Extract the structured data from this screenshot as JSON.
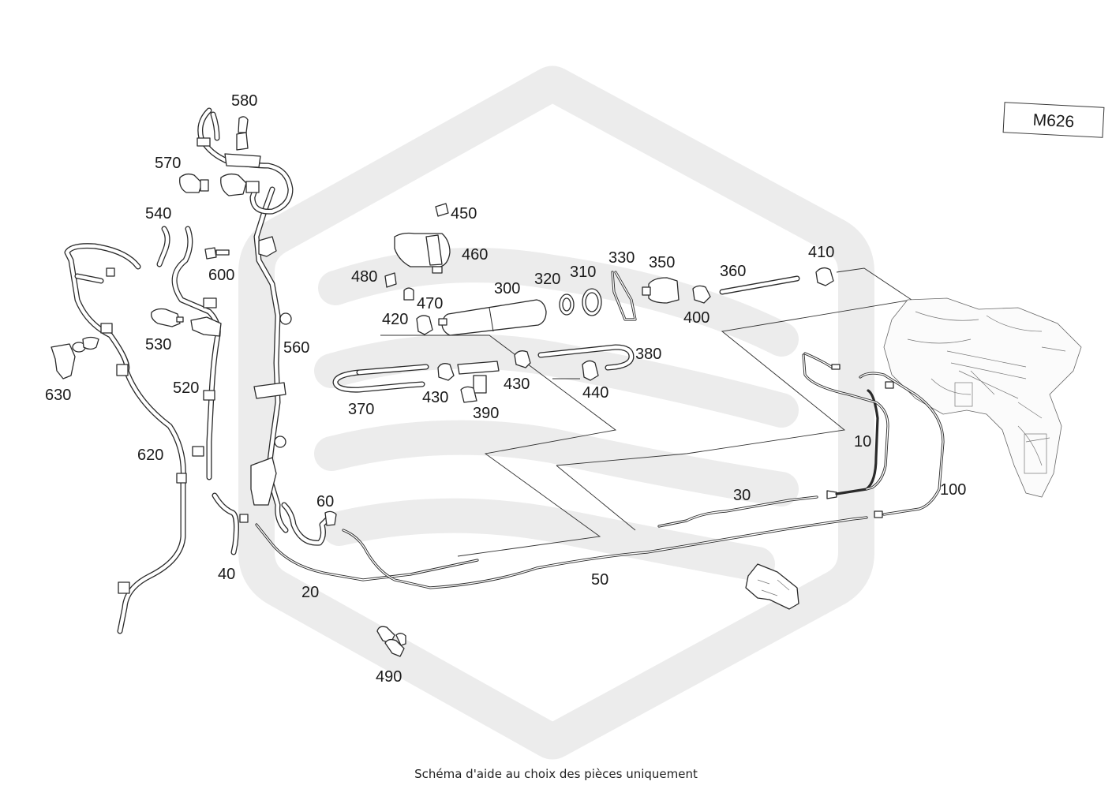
{
  "diagram": {
    "code": "M626",
    "caption": "Schéma d'aide au choix des pièces uniquement",
    "callouts": [
      "10",
      "20",
      "30",
      "40",
      "50",
      "60",
      "100",
      "300",
      "310",
      "320",
      "330",
      "350",
      "360",
      "370",
      "380",
      "390",
      "400",
      "410",
      "420",
      "430",
      "430",
      "440",
      "450",
      "460",
      "470",
      "480",
      "490",
      "520",
      "530",
      "540",
      "560",
      "570",
      "580",
      "600",
      "620",
      "630"
    ],
    "colors": {
      "line": "#2a2a2a",
      "watermark": "#ececec",
      "background": "#ffffff"
    }
  }
}
